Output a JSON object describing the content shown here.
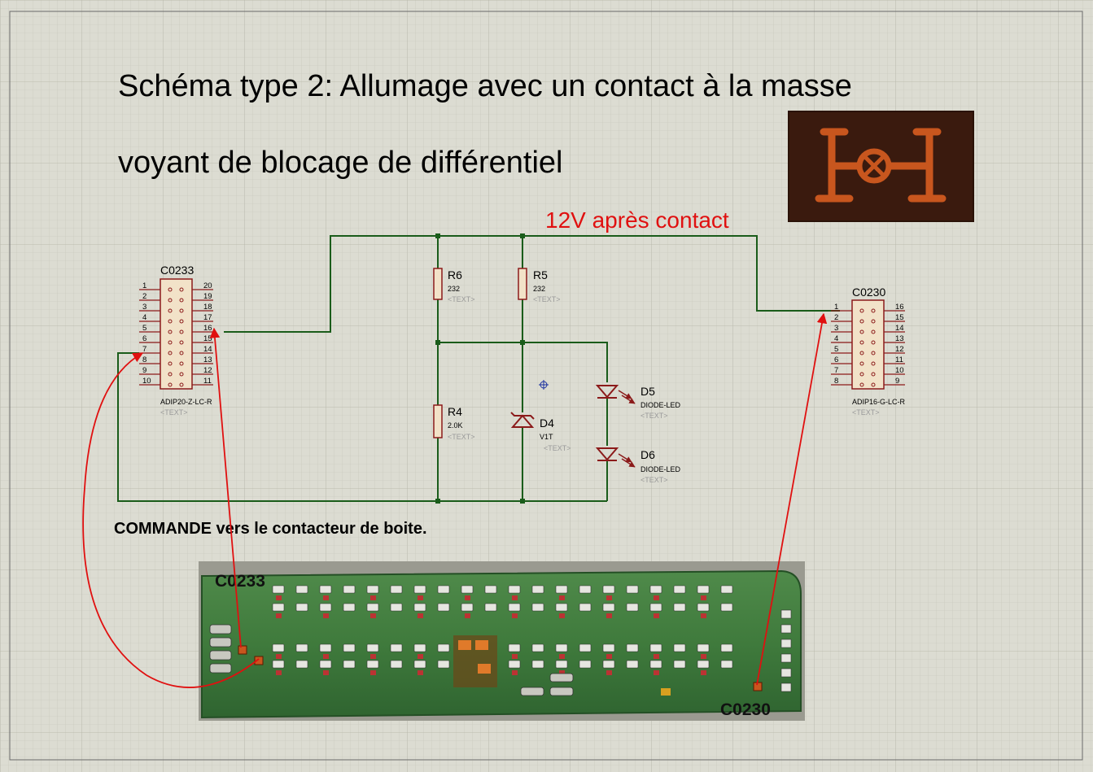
{
  "title_line1": "Schéma type 2: Allumage avec un contact à la masse",
  "title_line2": "voyant de blocage de différentiel",
  "supply_label": "12V après contact",
  "command_note": "COMMANDE vers le contacteur de boite.",
  "placeholder_text": "<TEXT>",
  "components": {
    "c0233": {
      "ref": "C0233",
      "type": "ADIP20-Z-LC-R",
      "pins_left": [
        "1",
        "2",
        "3",
        "4",
        "5",
        "6",
        "7",
        "8",
        "9",
        "10"
      ],
      "pins_right": [
        "20",
        "19",
        "18",
        "17",
        "16",
        "15",
        "14",
        "13",
        "12",
        "11"
      ]
    },
    "c0230": {
      "ref": "C0230",
      "type": "ADIP16-G-LC-R",
      "pins_left": [
        "1",
        "2",
        "3",
        "4",
        "5",
        "6",
        "7",
        "8"
      ],
      "pins_right": [
        "16",
        "15",
        "14",
        "13",
        "12",
        "11",
        "10",
        "9"
      ]
    },
    "r6": {
      "ref": "R6",
      "value": "232"
    },
    "r5": {
      "ref": "R5",
      "value": "232"
    },
    "r4": {
      "ref": "R4",
      "value": "2.0K"
    },
    "d4": {
      "ref": "D4",
      "value": "V1T"
    },
    "d5": {
      "ref": "D5",
      "value": "DIODE-LED"
    },
    "d6": {
      "ref": "D6",
      "value": "DIODE-LED"
    }
  },
  "pcb_labels": {
    "left": "C0233",
    "right": "C0230"
  },
  "colors": {
    "wire": "#1a5c1a",
    "pin_body": "#8b1a1a",
    "arrow": "#e01010",
    "supply": "#e01010",
    "icon_fg": "#c8561e"
  },
  "icon": "differential-lock-icon"
}
